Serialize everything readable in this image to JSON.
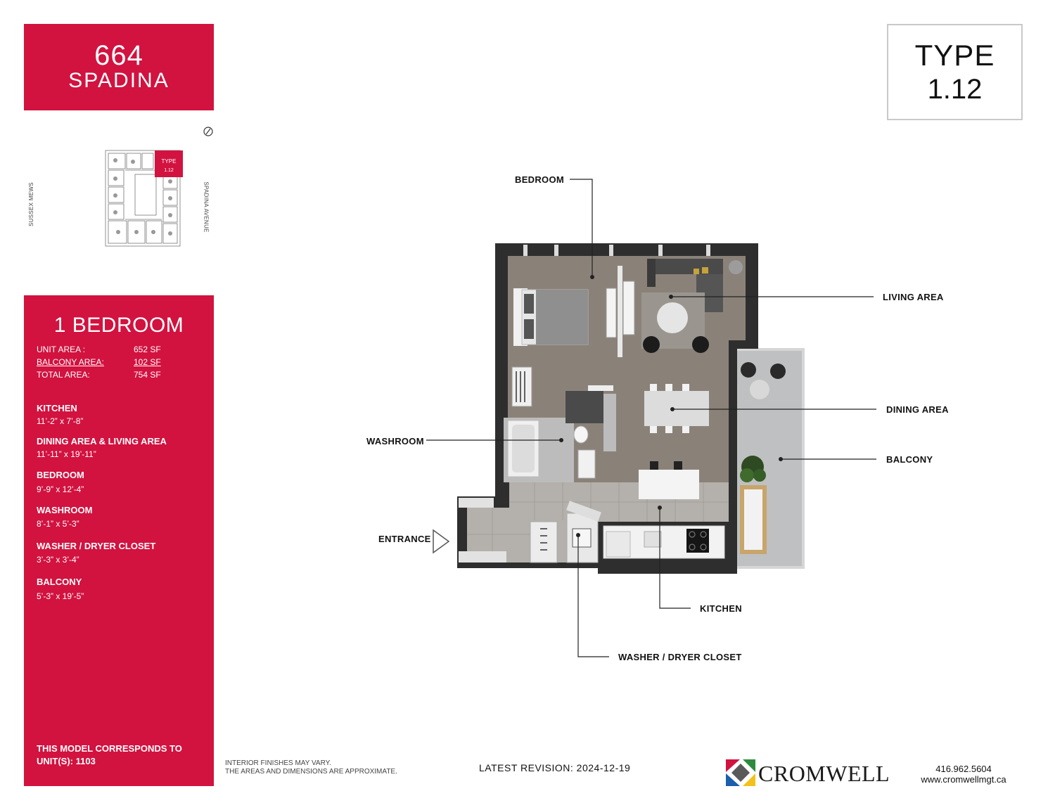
{
  "header": {
    "number": "664",
    "street": "SPADINA"
  },
  "type_box": {
    "line1": "TYPE",
    "line2": "1.12"
  },
  "keyplan": {
    "badge_line1": "TYPE",
    "badge_line2": "1.12",
    "left_street": "SUSSEX MEWS",
    "right_street": "SPADINA AVENUE"
  },
  "unit": {
    "title": "1 BEDROOM",
    "areas": [
      {
        "label": "UNIT AREA :",
        "value": "652 SF"
      },
      {
        "label": "BALCONY AREA:",
        "value": "102 SF"
      },
      {
        "label": "TOTAL AREA:",
        "value": "754 SF"
      }
    ],
    "rooms": [
      {
        "name": "KITCHEN",
        "dims": "11’-2” x 7’-8”"
      },
      {
        "name": "DINING AREA & LIVING AREA",
        "dims": "11’-11” x 19’-11”"
      },
      {
        "name": "BEDROOM",
        "dims": "9’-9” x 12’-4”"
      },
      {
        "name": "WASHROOM",
        "dims": "8’-1” x 5’-3”"
      },
      {
        "name": "WASHER / DRYER CLOSET",
        "dims": "3’-3” x 3’-4”"
      },
      {
        "name": "BALCONY",
        "dims": "5’-3” x 19’-5”"
      }
    ],
    "corresponds_line1": "THIS MODEL CORRESPONDS TO",
    "corresponds_line2": "UNIT(S): 1103"
  },
  "plan_labels": {
    "bedroom": "BEDROOM",
    "living": "LIVING AREA",
    "dining": "DINING AREA",
    "balcony": "BALCONY",
    "washroom": "WASHROOM",
    "entrance": "ENTRANCE",
    "kitchen": "KITCHEN",
    "washer": "WASHER / DRYER CLOSET"
  },
  "footer": {
    "note_line1": "INTERIOR FINISHES MAY VARY.",
    "note_line2": "THE AREAS AND DIMENSIONS ARE APPROXIMATE.",
    "revision": "LATEST REVISION: 2024-12-19",
    "brand": "CROMWELL",
    "phone": "416.962.5604",
    "website": "www.cromwellmgt.ca"
  },
  "colors": {
    "brand_red": "#d2123f",
    "floor": "#8a8279",
    "wall": "#2e2e2e"
  }
}
